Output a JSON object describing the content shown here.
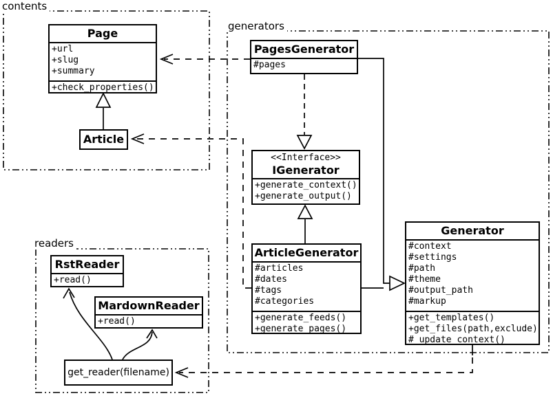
{
  "packages": {
    "contents": {
      "label": "contents"
    },
    "generators": {
      "label": "generators"
    },
    "readers": {
      "label": "readers"
    }
  },
  "classes": {
    "page": {
      "name": "Page",
      "attributes": [
        "+url",
        "+slug",
        "+summary"
      ],
      "methods": [
        "+check_properties()"
      ]
    },
    "article": {
      "name": "Article"
    },
    "pages_generator": {
      "name": "PagesGenerator",
      "attributes": [
        "#pages"
      ]
    },
    "igenerator": {
      "stereotype": "<<Interface>>",
      "name": "IGenerator",
      "methods": [
        "+generate_context()",
        "+generate_output()"
      ]
    },
    "article_generator": {
      "name": "ArticleGenerator",
      "attributes": [
        "#articles",
        "#dates",
        "#tags",
        "#categories"
      ],
      "methods": [
        "+generate_feeds()",
        "+generate_pages()"
      ]
    },
    "generator": {
      "name": "Generator",
      "attributes": [
        "#context",
        "#settings",
        "#path",
        "#theme",
        "#output_path",
        "#markup"
      ],
      "methods": [
        "+get_templates()",
        "+get_files(path,exclude)",
        "#_update_context()"
      ]
    },
    "rst_reader": {
      "name": "RstReader",
      "methods": [
        "+read()"
      ]
    },
    "mardown_reader": {
      "name": "MardownReader",
      "methods": [
        "+read()"
      ]
    },
    "get_reader": {
      "name": "get_reader(filename)"
    }
  },
  "relationships": [
    {
      "from": "Article",
      "to": "Page",
      "type": "inheritance"
    },
    {
      "from": "PagesGenerator",
      "to": "Page",
      "type": "dependency"
    },
    {
      "from": "ArticleGenerator",
      "to": "Article",
      "type": "dependency"
    },
    {
      "from": "PagesGenerator",
      "to": "IGenerator",
      "type": "realization"
    },
    {
      "from": "ArticleGenerator",
      "to": "IGenerator",
      "type": "inheritance"
    },
    {
      "from": "PagesGenerator",
      "to": "Generator",
      "type": "inheritance"
    },
    {
      "from": "ArticleGenerator",
      "to": "Generator",
      "type": "inheritance"
    },
    {
      "from": "Generator",
      "to": "get_reader(filename)",
      "type": "dependency"
    },
    {
      "from": "get_reader(filename)",
      "to": "RstReader",
      "type": "association"
    },
    {
      "from": "get_reader(filename)",
      "to": "MardownReader",
      "type": "association"
    }
  ],
  "colors": {
    "line": "#000000",
    "background": "#ffffff",
    "box_fill": "#ffffff"
  }
}
